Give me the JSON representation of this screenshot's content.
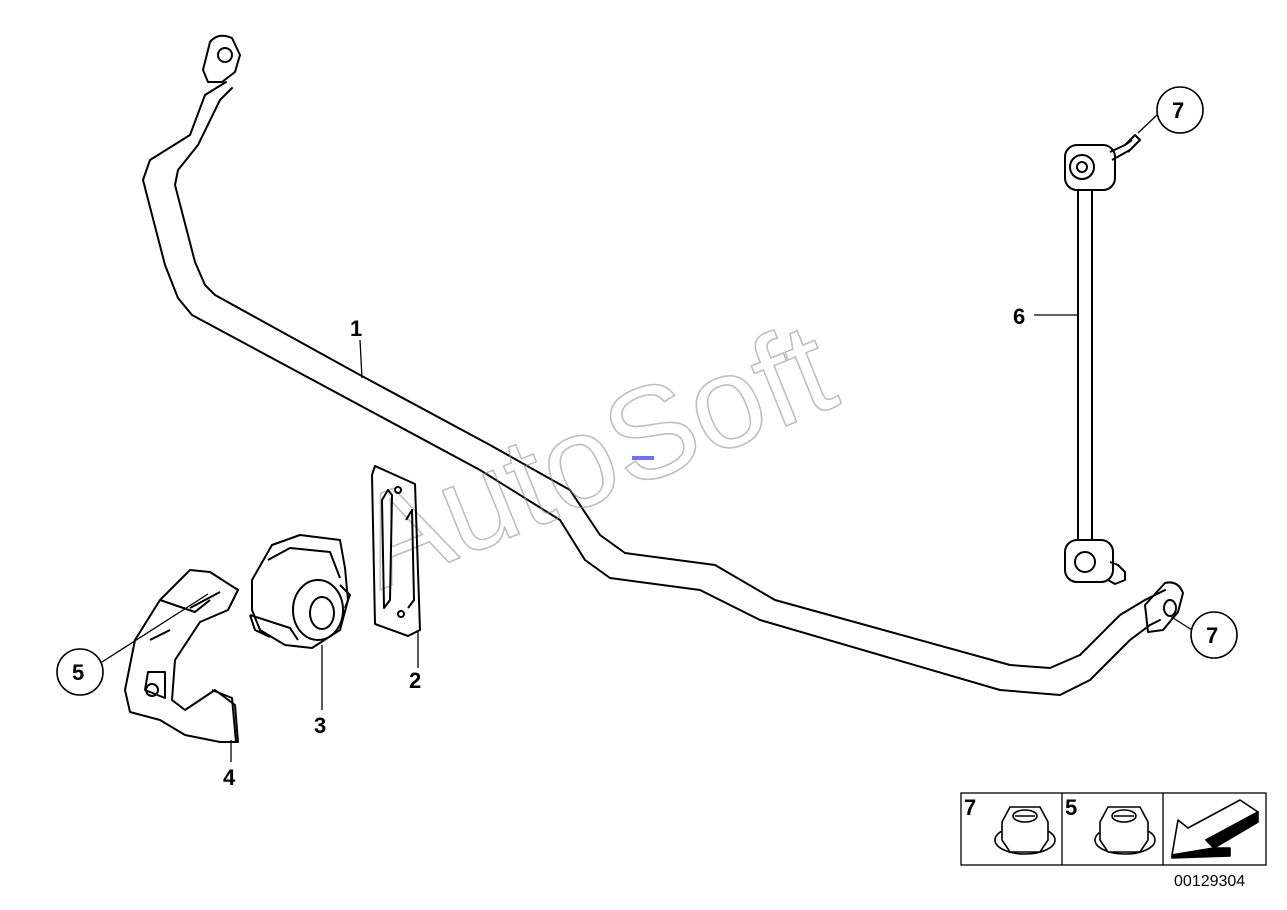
{
  "watermark": "AutoSoft",
  "diagram_id": "00129304",
  "callouts": {
    "c1": "1",
    "c2": "2",
    "c3": "3",
    "c4": "4",
    "c5": "5",
    "c6": "6",
    "c7_top": "7",
    "c7_right": "7"
  },
  "legend": {
    "item_a": "7",
    "item_b": "5"
  },
  "colors": {
    "line": "#000000",
    "accent_mark": "#6f6fff"
  }
}
